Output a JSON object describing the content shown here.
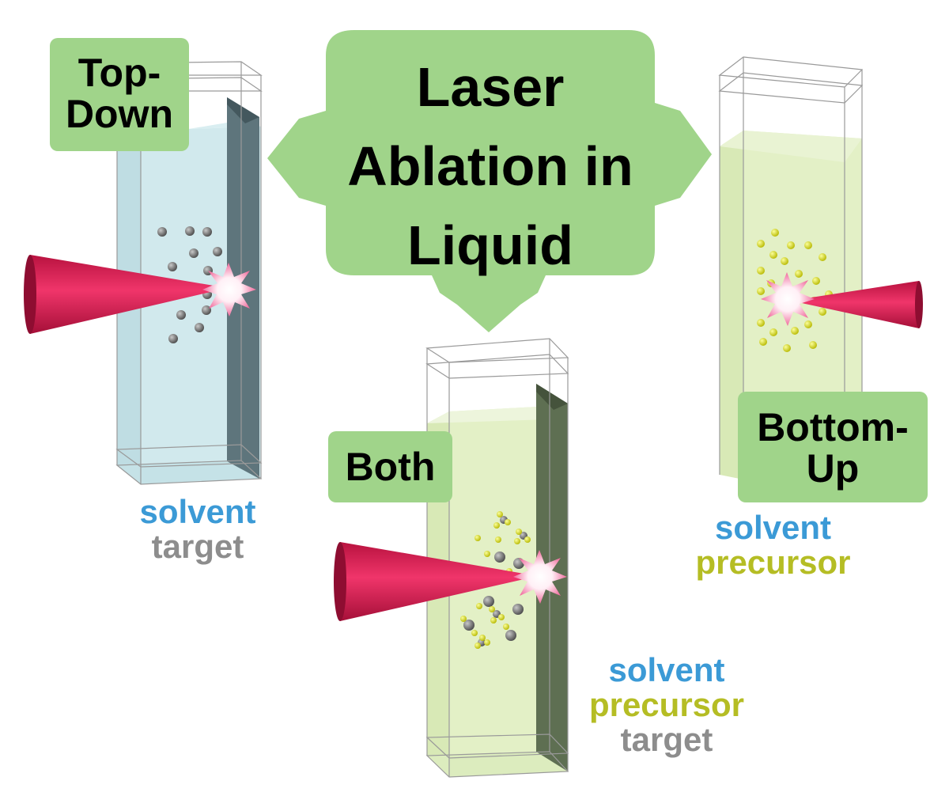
{
  "title": {
    "line1": "Laser",
    "line2": "Ablation in",
    "line3": "Liquid"
  },
  "methods": {
    "top_down": {
      "line1": "Top-",
      "line2": "Down",
      "legend": [
        "solvent",
        "target"
      ]
    },
    "both": {
      "label": "Both",
      "legend": [
        "solvent",
        "precursor",
        "target"
      ]
    },
    "bottom_up": {
      "line1": "Bottom-",
      "line2": "Up",
      "legend": [
        "solvent",
        "precursor"
      ]
    }
  },
  "colors": {
    "box_green": "#a0d48a",
    "solvent": "#3b9ad6",
    "target": "#8d8d8d",
    "precursor": "#b5bd24",
    "laser": "#d8194e",
    "liquid_blue": "#cfe8ec",
    "liquid_green": "#e3f0c6"
  }
}
